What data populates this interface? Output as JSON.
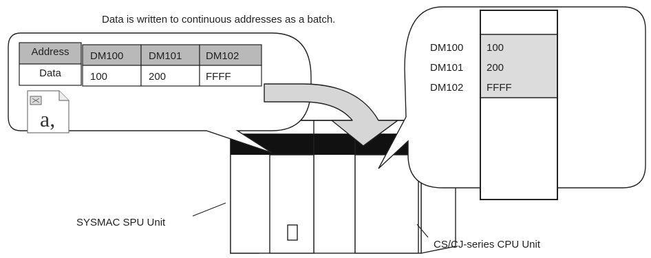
{
  "caption": "Data is written to continuous addresses as a batch.",
  "source_table": {
    "row_header_1": "Address",
    "row_header_2": "Data",
    "addresses": [
      "DM100",
      "DM101",
      "DM102"
    ],
    "values": [
      "100",
      "200",
      "FFFF"
    ]
  },
  "memory_view": {
    "rows": [
      {
        "address": "DM100",
        "value": "100"
      },
      {
        "address": "DM101",
        "value": "200"
      },
      {
        "address": "DM102",
        "value": "FFFF"
      }
    ]
  },
  "labels": {
    "spu_unit": "SYSMAC SPU Unit",
    "cpu_unit": "CS/CJ-series CPU Unit"
  },
  "icons": {
    "file": "spreadsheet-file-icon"
  },
  "colors": {
    "table_header_fill": "#b9b9b9",
    "memory_fill": "#dcdcdc",
    "arrow_fill": "#d6d6d6",
    "rail_fill": "#111111"
  }
}
